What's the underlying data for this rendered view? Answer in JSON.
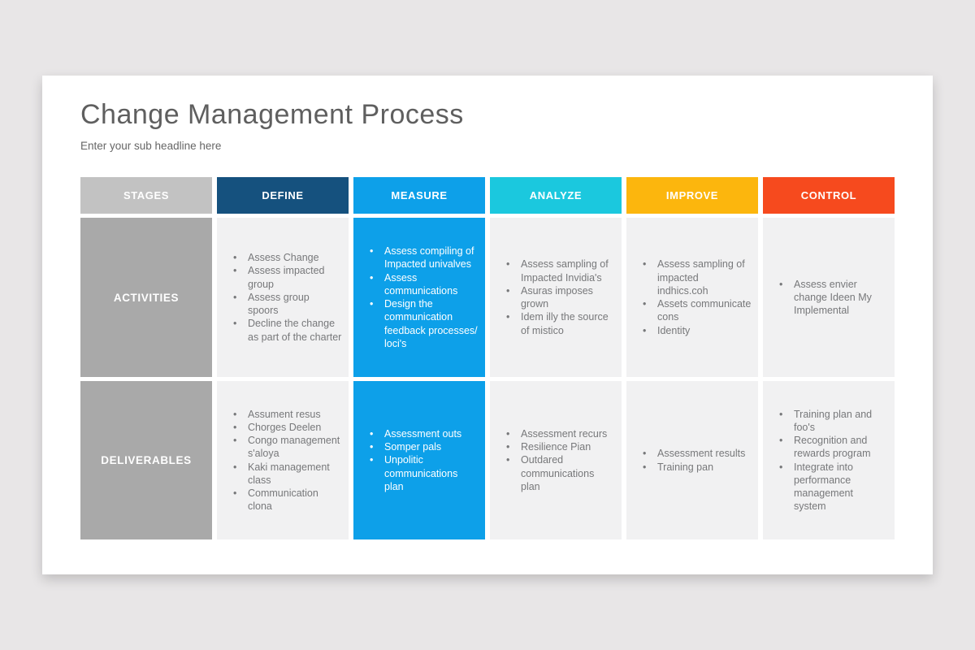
{
  "slide": {
    "title": "Change Management Process",
    "subtitle": "Enter your sub headline here"
  },
  "colors": {
    "page_background": "#e8e6e7",
    "slide_background": "#ffffff",
    "cell_background": "#f1f1f2",
    "row_label_background": "#a9a9a9",
    "body_text": "#77787a",
    "highlight_text": "#ffffff"
  },
  "table": {
    "highlight_color": "#0da0e9",
    "columns": [
      {
        "label": "STAGES",
        "color": "#c2c2c2"
      },
      {
        "label": "DEFINE",
        "color": "#15517e"
      },
      {
        "label": "MEASURE",
        "color": "#0da0e9"
      },
      {
        "label": "ANALYZE",
        "color": "#1bc8de"
      },
      {
        "label": "IMPROVE",
        "color": "#fcb60d"
      },
      {
        "label": "CONTROL",
        "color": "#f64a1e"
      }
    ],
    "rows": [
      {
        "label": "ACTIVITIES",
        "cells": [
          {
            "column": "define",
            "highlighted": false,
            "items": [
              "Assess Change",
              "Assess impacted group",
              "Assess group spoors",
              "Decline the change as part of the charter"
            ]
          },
          {
            "column": "measure",
            "highlighted": true,
            "items": [
              "Assess compiling of Impacted univalves",
              "Assess communications",
              "Design the communication feedback processes/ loci's"
            ]
          },
          {
            "column": "analyze",
            "highlighted": false,
            "items": [
              "Assess sampling of Impacted Invidia's",
              "Asuras imposes grown",
              "Idem illy the source of mistico"
            ]
          },
          {
            "column": "improve",
            "highlighted": false,
            "items": [
              "Assess sampling of impacted indhics.coh",
              "Assets communicate cons",
              "Identity"
            ]
          },
          {
            "column": "control",
            "highlighted": false,
            "items": [
              "Assess envier change Ideen My Implemental"
            ]
          }
        ]
      },
      {
        "label": "DELIVERABLES",
        "cells": [
          {
            "column": "define",
            "highlighted": false,
            "items": [
              "Assument resus",
              "Chorges Deelen",
              "Congo management s'aloya",
              "Kaki management class",
              "Communication clona"
            ]
          },
          {
            "column": "measure",
            "highlighted": true,
            "items": [
              "Assessment outs",
              "Somper pals",
              "Unpolitic communications plan"
            ]
          },
          {
            "column": "analyze",
            "highlighted": false,
            "items": [
              "Assessment recurs",
              "Resilience Pian",
              "Outdared communications plan"
            ]
          },
          {
            "column": "improve",
            "highlighted": false,
            "items": [
              "Assessment results",
              "Training pan"
            ]
          },
          {
            "column": "control",
            "highlighted": false,
            "items": [
              "Training plan and foo's",
              "Recognition and rewards program",
              "Integrate into performance management system"
            ]
          }
        ]
      }
    ]
  }
}
